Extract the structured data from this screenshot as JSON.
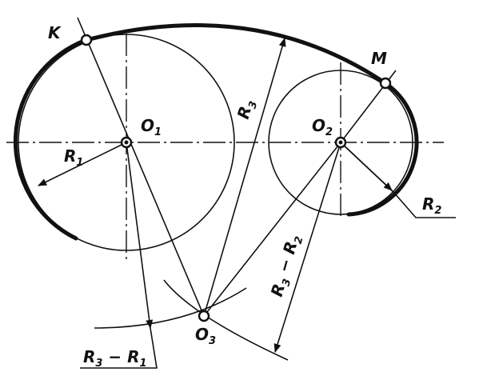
{
  "labels": {
    "point_k": "K",
    "point_m": "M",
    "center_1": "O",
    "center_1_sub": "1",
    "center_2": "O",
    "center_2_sub": "2",
    "center_3": "O",
    "center_3_sub": "3",
    "radius_1": "R",
    "radius_1_sub": "1",
    "radius_2": "R",
    "radius_2_sub": "2",
    "radius_3": "R",
    "radius_3_sub": "3",
    "difference_1": "R",
    "difference_1_sub_a": "3",
    "difference_1_mid": " − R",
    "difference_1_sub_b": "1",
    "difference_2": "R",
    "difference_2_sub_a": "3",
    "difference_2_mid": " − R",
    "difference_2_sub_b": "2"
  }
}
